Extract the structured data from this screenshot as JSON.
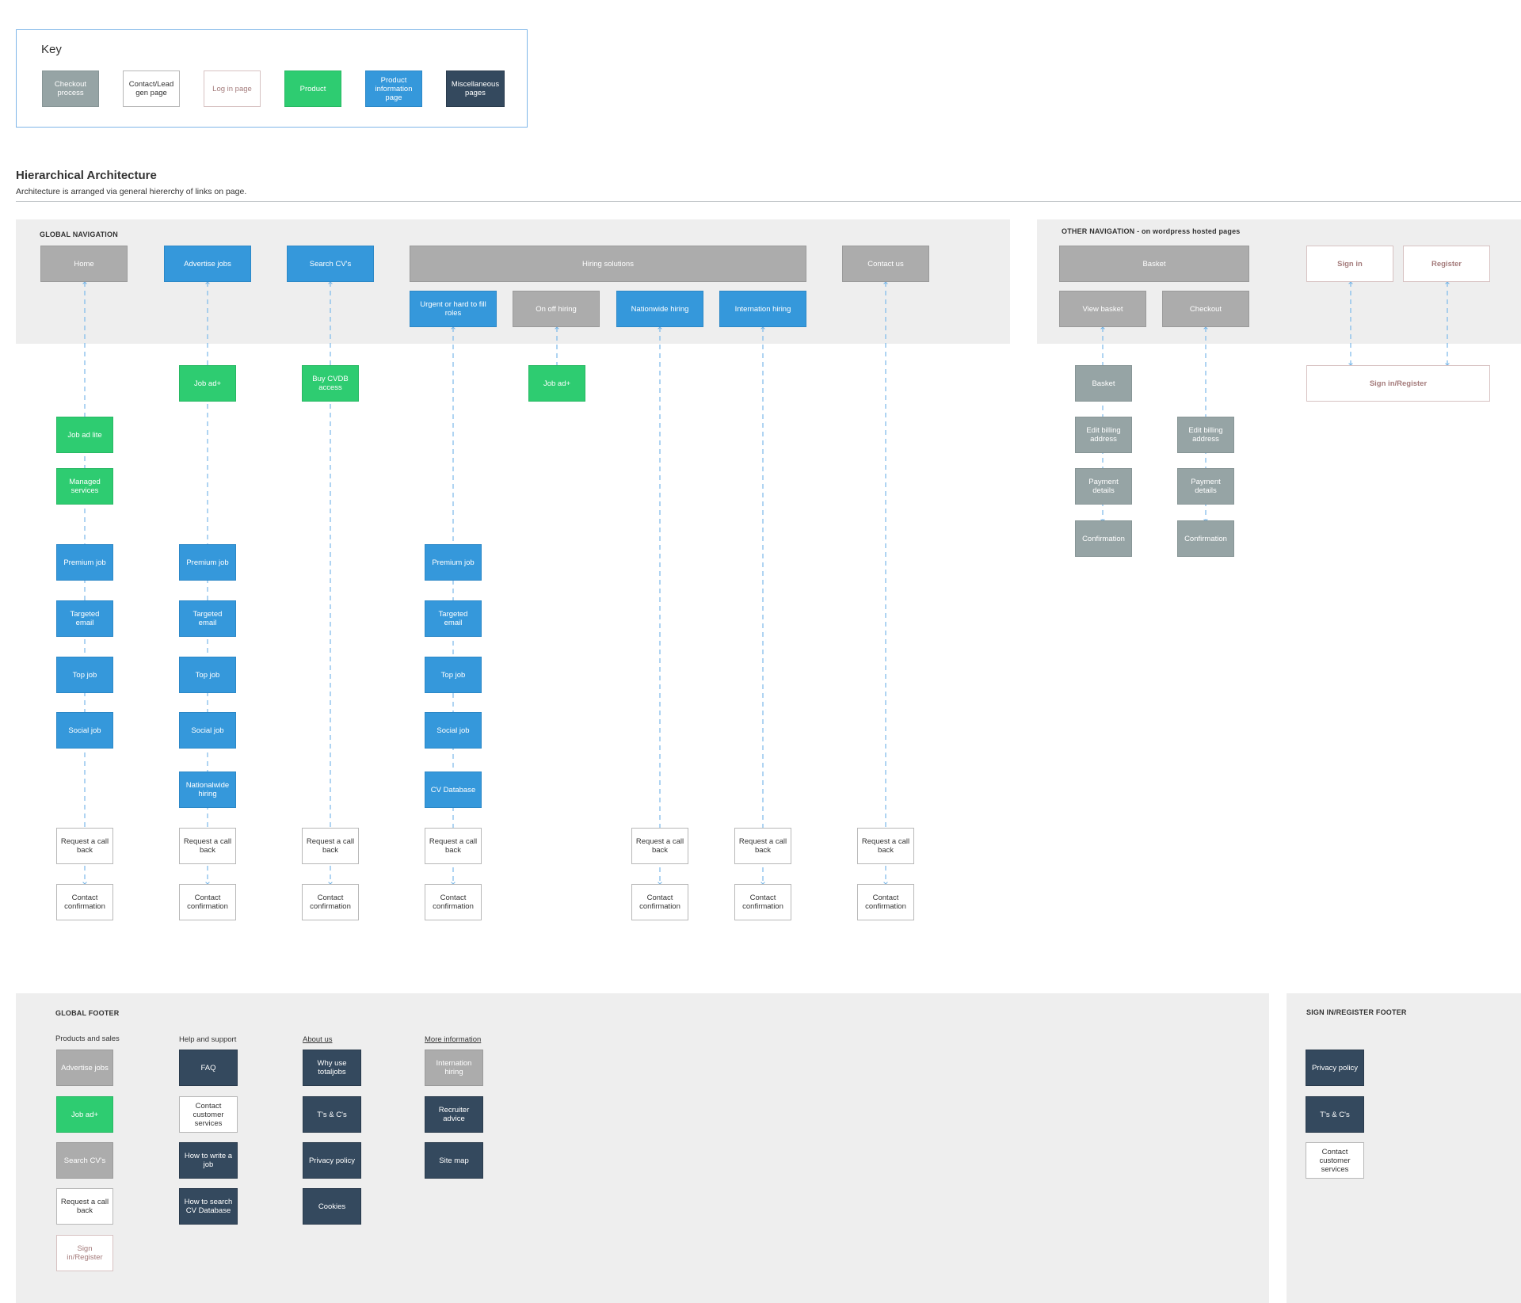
{
  "key": {
    "title": "Key",
    "items": [
      {
        "label": "Checkout process",
        "style": "slate"
      },
      {
        "label": "Contact/Lead gen page",
        "style": "white"
      },
      {
        "label": "Log in page",
        "style": "login"
      },
      {
        "label": "Product",
        "style": "green"
      },
      {
        "label": "Product information page",
        "style": "blue"
      },
      {
        "label": "Miscellaneous pages",
        "style": "navy"
      }
    ]
  },
  "heading": {
    "title": "Hierarchical Architecture",
    "subtitle": "Architecture is arranged via general hiererchy of links on page."
  },
  "global_nav": {
    "title": "GLOBAL NAVIGATION",
    "home": "Home",
    "advertise_jobs": "Advertise jobs",
    "search_cvs": "Search CV's",
    "hiring_solutions": "Hiring solutions",
    "contact_us": "Contact us",
    "urgent": "Urgent or hard to fill roles",
    "on_off": "On off hiring",
    "nationwide": "Nationwide hiring",
    "internation": "Internation hiring"
  },
  "other_nav": {
    "title": "OTHER NAVIGATION - on wordpress hosted pages",
    "basket": "Basket",
    "view_basket": "View basket",
    "checkout": "Checkout",
    "sign_in": "Sign in",
    "register": "Register",
    "sign_in_register": "Sign in/Register",
    "basket_child": "Basket",
    "edit_billing": "Edit billing address",
    "payment_details": "Payment details",
    "confirmation": "Confirmation"
  },
  "tree": {
    "job_ad_plus": "Job ad+",
    "buy_cvdb": "Buy CVDB access",
    "job_ad_lite": "Job ad lite",
    "managed_services": "Managed services",
    "premium_job": "Premium job",
    "targeted_email": "Targeted email",
    "top_job": "Top job",
    "social_job": "Social job",
    "nationalwide_hiring": "Nationalwide hiring",
    "cv_database": "CV Database",
    "request_call_back": "Request a call back",
    "contact_confirmation": "Contact confirmation"
  },
  "global_footer": {
    "title": "GLOBAL FOOTER",
    "products_and_sales": {
      "title": "Products and sales",
      "items": [
        "Advertise jobs",
        "Job ad+",
        "Search CV's",
        "Request a call back",
        "Sign in/Register"
      ]
    },
    "help_and_support": {
      "title": "Help and support",
      "items": [
        "FAQ",
        "Contact customer services",
        "How to write a job",
        "How to search CV Database"
      ]
    },
    "about_us": {
      "title": "About us",
      "items": [
        "Why use totaljobs",
        "T's & C's",
        "Privacy policy",
        "Cookies"
      ]
    },
    "more_information": {
      "title": "More information",
      "items": [
        "Internation hiring",
        "Recruiter advice",
        "Site map"
      ]
    }
  },
  "signin_footer": {
    "title": "SIGN IN/REGISTER FOOTER",
    "items": [
      "Privacy policy",
      "T's & C's",
      "Contact customer services"
    ]
  }
}
